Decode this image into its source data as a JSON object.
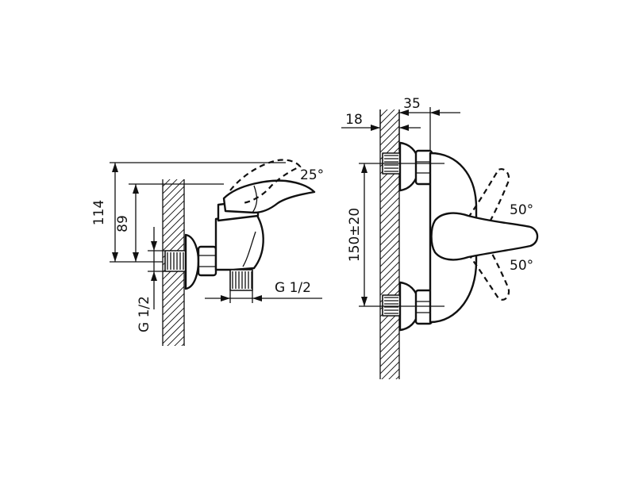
{
  "side_view": {
    "height_total": "114",
    "height_spout": "89",
    "lever_angle": "25°",
    "thread_wall": "G 1/2",
    "thread_outlet": "G 1/2"
  },
  "front_view": {
    "wall_offset": "18",
    "body_depth": "35",
    "connection_spacing": "150±20",
    "angle_upper": "50°",
    "angle_lower": "50°"
  },
  "colors": {
    "line": "#111111",
    "background": "#ffffff"
  }
}
